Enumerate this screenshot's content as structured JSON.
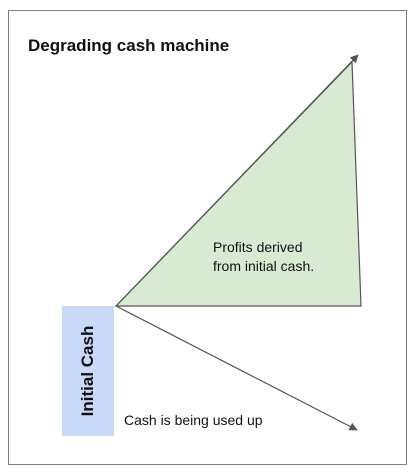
{
  "diagram": {
    "title": "Degrading cash machine",
    "initial_cash_label": "Initial Cash",
    "profit_label_line1": "Profits derived",
    "profit_label_line2": "from initial cash.",
    "cash_used_label": "Cash is being used up",
    "colors": {
      "profit_fill": "#d9ead3",
      "initial_cash_fill": "#c9daf8",
      "lines": "#555555",
      "frame": "#7f7f7f"
    }
  }
}
